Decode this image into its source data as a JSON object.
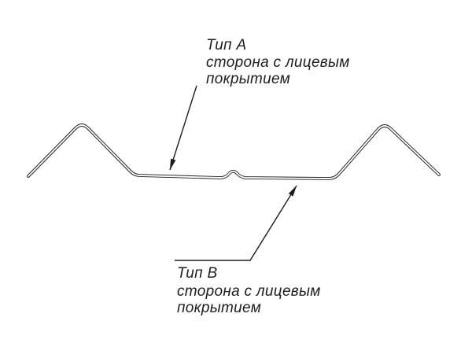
{
  "page": {
    "background": "#ffffff"
  },
  "diagram": {
    "stroke_color": "#1d1d1d",
    "profile_description": "sheet-metal-profile-cross-section",
    "type_a_label": {
      "title": "Тип А",
      "line1": "сторона с лицевым",
      "line2": "покрытием"
    },
    "type_b_label": {
      "title": "Тип В",
      "line1": "сторона с лицевым",
      "line2": "покрытием"
    }
  }
}
